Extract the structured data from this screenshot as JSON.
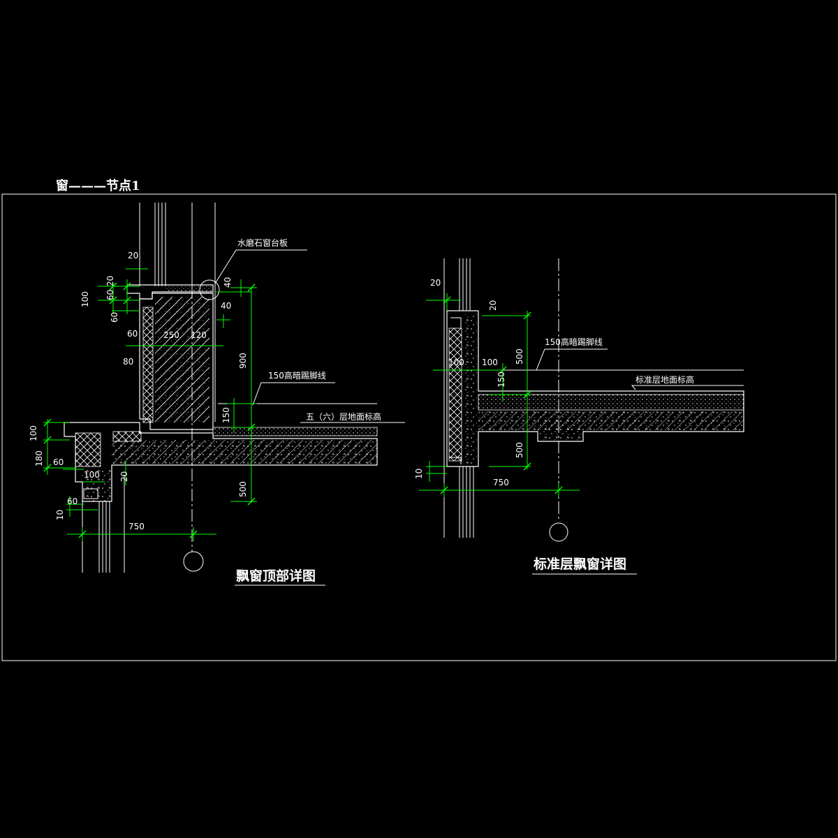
{
  "sheet_title": "窗———节点1",
  "colors": {
    "background": "#000000",
    "outline": "#ffffff",
    "dimension": "#00ff00",
    "text": "#ffffff"
  },
  "left_detail": {
    "caption": "飘窗顶部详图",
    "labels": {
      "sill": "水磨石窗台板",
      "skirting": "150高暗踢脚线",
      "floor_level": "五（六）层地面标高"
    },
    "dims": {
      "d20_top": "20",
      "d20_b": "20",
      "d100": "100",
      "d60_a": "60",
      "d60_b": "60",
      "d40_a": "40",
      "d40_b": "40",
      "d60_c": "60",
      "d250": "250",
      "d120": "120",
      "d80": "80",
      "d900": "900",
      "d150": "150",
      "d100_b": "100",
      "d180": "180",
      "d60_d": "60",
      "d100_c": "100",
      "d20_c": "20",
      "d60_e": "60",
      "d10": "10",
      "d500": "500",
      "d750": "750"
    }
  },
  "right_detail": {
    "caption": "标准层飘窗详图",
    "labels": {
      "skirting": "150高暗踢脚线",
      "floor_level": "标准层地面标高"
    },
    "dims": {
      "d20_a": "20",
      "d20_b": "20",
      "d500_top": "500",
      "d100_a": "100",
      "d100_b": "100",
      "d150": "150",
      "d500_bot": "500",
      "d10": "10",
      "d750": "750"
    }
  }
}
